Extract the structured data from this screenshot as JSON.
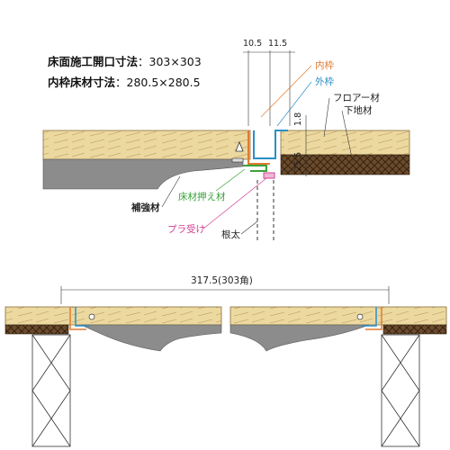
{
  "specs": {
    "floor_opening_label": "床面施工開口寸法",
    "floor_opening_value": "：303×303",
    "inner_floor_label": "内枠床材寸法",
    "inner_floor_value": "：280.5×280.5"
  },
  "dimensions": {
    "top_left": "10.5",
    "top_right": "11.5",
    "vertical_small": "1.8",
    "vertical_large": "25.5",
    "bottom_span": "317.5(303角)"
  },
  "labels": {
    "inner_frame": "内枠",
    "outer_frame": "外枠",
    "flooring": "フロアー材",
    "subfloor": "下地材",
    "reinforcement": "補強材",
    "floor_holder": "床材押え材",
    "plastic_support": "プラ受け",
    "joist": "根太"
  },
  "colors": {
    "wood": "#ecd9a0",
    "wood_grain": "#a8874a",
    "subfloor": "#5a3d22",
    "reinforcement": "#8c8c8c",
    "inner_frame": "#e07a2e",
    "outer_frame": "#2a8fc7",
    "floor_holder": "#3aa13a",
    "plastic_support": "#d0408f"
  }
}
